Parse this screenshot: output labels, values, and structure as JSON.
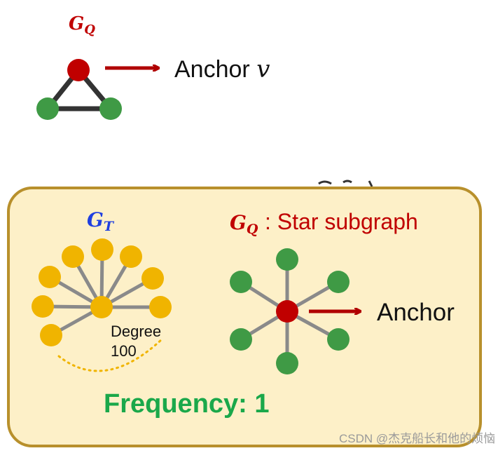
{
  "top": {
    "graph_label": "G",
    "graph_label_sub": "Q",
    "anchor_text": "Anchor",
    "anchor_var": "v"
  },
  "panel": {
    "left": {
      "graph_label": "G",
      "graph_label_sub": "T",
      "degree_label": "Degree",
      "degree_value": "100"
    },
    "right": {
      "graph_label": "G",
      "graph_label_sub": "Q",
      "title_suffix": ": Star subgraph",
      "anchor_text": "Anchor"
    },
    "frequency_text": "Frequency: 1"
  },
  "watermark": "CSDN @杰克船长和他的烦恼",
  "colors": {
    "red": "#c00000",
    "green": "#3f9a45",
    "gold": "#f0b400",
    "panel_fill": "#fdf0c8",
    "panel_border": "#b8902c",
    "edge": "#888888",
    "triangle_edge": "#333333",
    "blue": "#1f3fe0",
    "freq_green": "#1aa84a"
  }
}
